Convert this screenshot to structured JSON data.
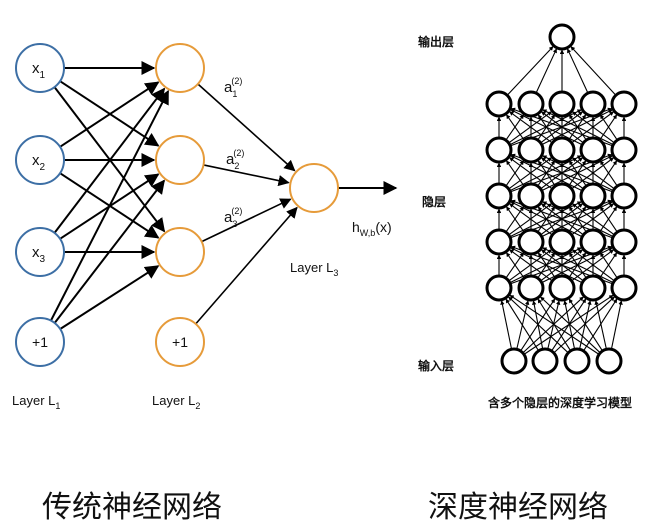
{
  "traditional": {
    "inputs": [
      "x",
      "x",
      "x"
    ],
    "input_subs": [
      "1",
      "2",
      "3"
    ],
    "input_bias": "+1",
    "hidden_bias": "+1",
    "activations": [
      {
        "base": "a",
        "sub": "1",
        "sup": "(2)"
      },
      {
        "base": "a",
        "sub": "2",
        "sup": "(2)"
      },
      {
        "base": "a",
        "sub": "3",
        "sup": "(2)"
      }
    ],
    "output": {
      "base": "h",
      "sub": "W,b",
      "tail": "(x)"
    },
    "layer_labels": [
      {
        "base": "Layer L",
        "sub": "1"
      },
      {
        "base": "Layer L",
        "sub": "2"
      },
      {
        "base": "Layer L",
        "sub": "3"
      }
    ],
    "colors": {
      "input": "#3d6fa5",
      "hidden": "#e69b3a",
      "line": "#000000"
    }
  },
  "deep": {
    "output_label": "输出层",
    "hidden_label": "隐层",
    "input_label": "输入层",
    "title": "含多个隐层的深度学习模型",
    "hidden_layers": 5,
    "hidden_units": 5,
    "input_units": 4
  },
  "captions": {
    "left": "传统神经网络",
    "right": "深度神经网络"
  }
}
